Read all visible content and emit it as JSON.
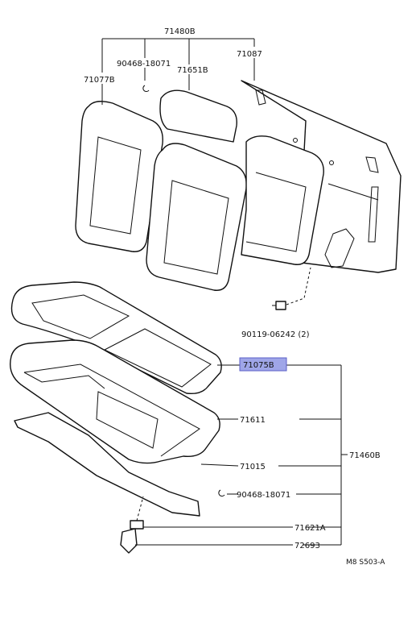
{
  "diagram": {
    "labels": {
      "seat_back_assy": "71480B",
      "clip_top": "90468-18071",
      "back_cover_center": "71651B",
      "back_board": "71087",
      "back_cover_left": "71077B",
      "bolt": "90119-06242 (2)",
      "cushion_cover": "71075B",
      "cushion_pad": "71611",
      "cushion_frame": "71015",
      "clip_bottom": "90468-18071",
      "cushion_assy": "71460B",
      "hook": "71621A",
      "lock": "72693",
      "code": "M8 S503-A"
    },
    "highlight_color": "#9fa6e8"
  }
}
